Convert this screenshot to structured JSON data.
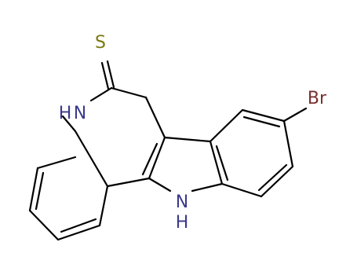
{
  "molecule": {
    "atoms": {
      "sulfur": "S",
      "lactam_nitrogen": "N",
      "lactam_hydrogen": "H",
      "indole_nitrogen": "N",
      "indole_hydrogen": "H",
      "bromine": "Br"
    },
    "colors": {
      "bond": "#000000",
      "nitrogen": "#3a3a8c",
      "sulfur": "#7a7a10",
      "bromine": "#7a3030"
    }
  }
}
